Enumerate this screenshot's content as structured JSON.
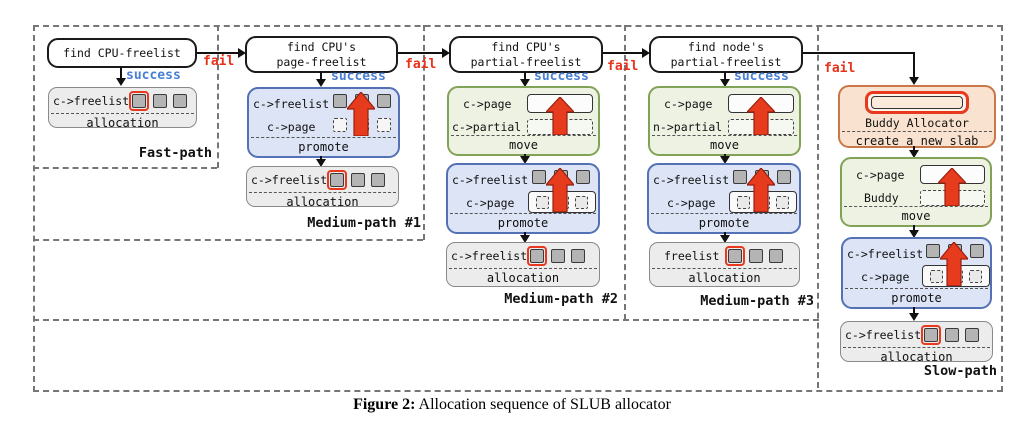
{
  "caption": {
    "prefix": "Figure 2:",
    "text": " Allocation sequence of SLUB allocator"
  },
  "labels": {
    "fail": "fail",
    "success": "success",
    "promote": "promote",
    "move": "move",
    "allocation": "allocation"
  },
  "path_labels": {
    "fast": "Fast-path",
    "medium1": "Medium-path #1",
    "medium2": "Medium-path #2",
    "medium3": "Medium-path #3",
    "slow": "Slow-path"
  },
  "find_boxes": {
    "fast": {
      "line1": "find CPU-freelist"
    },
    "medium1": {
      "line1": "find CPU's",
      "line2": "page-freelist"
    },
    "medium2": {
      "line1": "find CPU's",
      "line2": "partial-freelist"
    },
    "medium3": {
      "line1": "find node's",
      "line2": "partial-freelist"
    }
  },
  "list_labels": {
    "c_freelist": "c->freelist",
    "c_page": "c->page",
    "c_partial": "c->partial",
    "n_partial": "n->partial",
    "freelist": "freelist",
    "buddy": "Buddy"
  },
  "buddy_box": {
    "title": "Buddy Allocator",
    "action": "create a new slab"
  },
  "colors": {
    "fail_red": "#e8321c",
    "success_blue": "#4a7fd4",
    "block_arrow_red": "#e73b1e",
    "alloc_frame_red": "#e8391f",
    "blue_box_border": "#5371b4",
    "blue_box_fill": "#dce4f5",
    "green_box_border": "#82a356",
    "green_box_fill": "#edf2e3",
    "orange_box_border": "#c87748",
    "orange_box_fill": "#f9e2cf",
    "gray_box_fill": "#ececec",
    "object_square_fill": "#b4b4b4",
    "region_dash_gray": "#767676"
  }
}
